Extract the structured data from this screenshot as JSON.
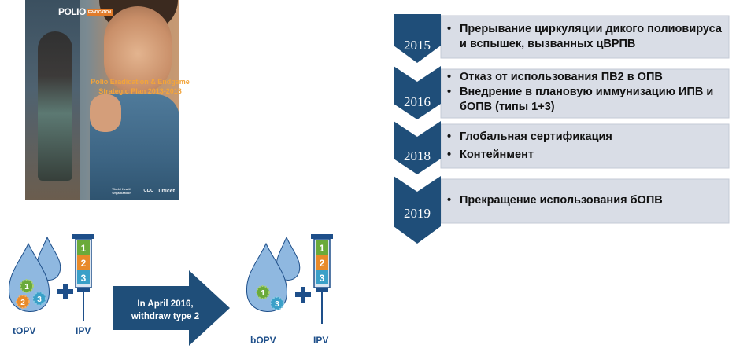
{
  "poster": {
    "logo": "POLIO",
    "logo_tag": "ERADICATION",
    "title_line1": "Polio Eradication & Endgame",
    "title_line2": "Strategic Plan 2013-2018",
    "footer_logos": [
      "World Health Organization",
      "CDC",
      "unicef"
    ]
  },
  "timeline": [
    {
      "year": "2015",
      "items": [
        "Прерывание циркуляции дикого полиовируса и вспышек, вызванных цВРПВ"
      ]
    },
    {
      "year": "2016",
      "items": [
        "Отказ от использования ПВ2 в ОПВ",
        "Внедрение в плановую иммунизацию ИПВ и бОПВ (типы 1+3)"
      ]
    },
    {
      "year": "2018",
      "items": [
        "Глобальная сертификация",
        "Контейнмент"
      ]
    },
    {
      "year": "2019",
      "items": [
        "Прекращение использования бОПВ"
      ]
    }
  ],
  "diagram": {
    "left_label": "tOPV",
    "left_ipv_label": "IPV",
    "right_label": "bOPV",
    "right_ipv_label": "IPV",
    "arrow_line1": "In April 2016,",
    "arrow_line2": "withdraw type 2",
    "syringe_numbers": [
      "1",
      "2",
      "3"
    ],
    "left_drop_numbers": [
      "1",
      "2",
      "3"
    ],
    "right_drop_numbers": [
      "1",
      "3"
    ],
    "plus": "+"
  },
  "colors": {
    "timeline_box": "#d9dde6",
    "timeline_box_edge": "#c4cad6",
    "chevron": "#1f4e79",
    "chevron_light": "#2c5d8e",
    "drop": "#8fb8e0",
    "drop_dark": "#1e4f8a",
    "type1": "#6aaa3a",
    "type2": "#e88a2a",
    "type3": "#3aa0c8"
  }
}
